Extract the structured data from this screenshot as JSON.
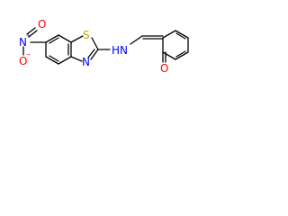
{
  "atoms": {
    "nitro_n": "N",
    "nitro_n_charge": "+",
    "nitro_o_bottom": "O",
    "nitro_o_bottom_charge": "−",
    "nitro_o_top": "O",
    "thiazole_s": "S",
    "thiazole_n": "N",
    "amine_n": "N",
    "amine_h": "H",
    "ketone_o": "O"
  },
  "colors": {
    "bond": "#000000",
    "nitrogen": "#0000ff",
    "oxygen": "#ff0000",
    "sulfur": "#bfa300",
    "background": "#ffffff"
  }
}
